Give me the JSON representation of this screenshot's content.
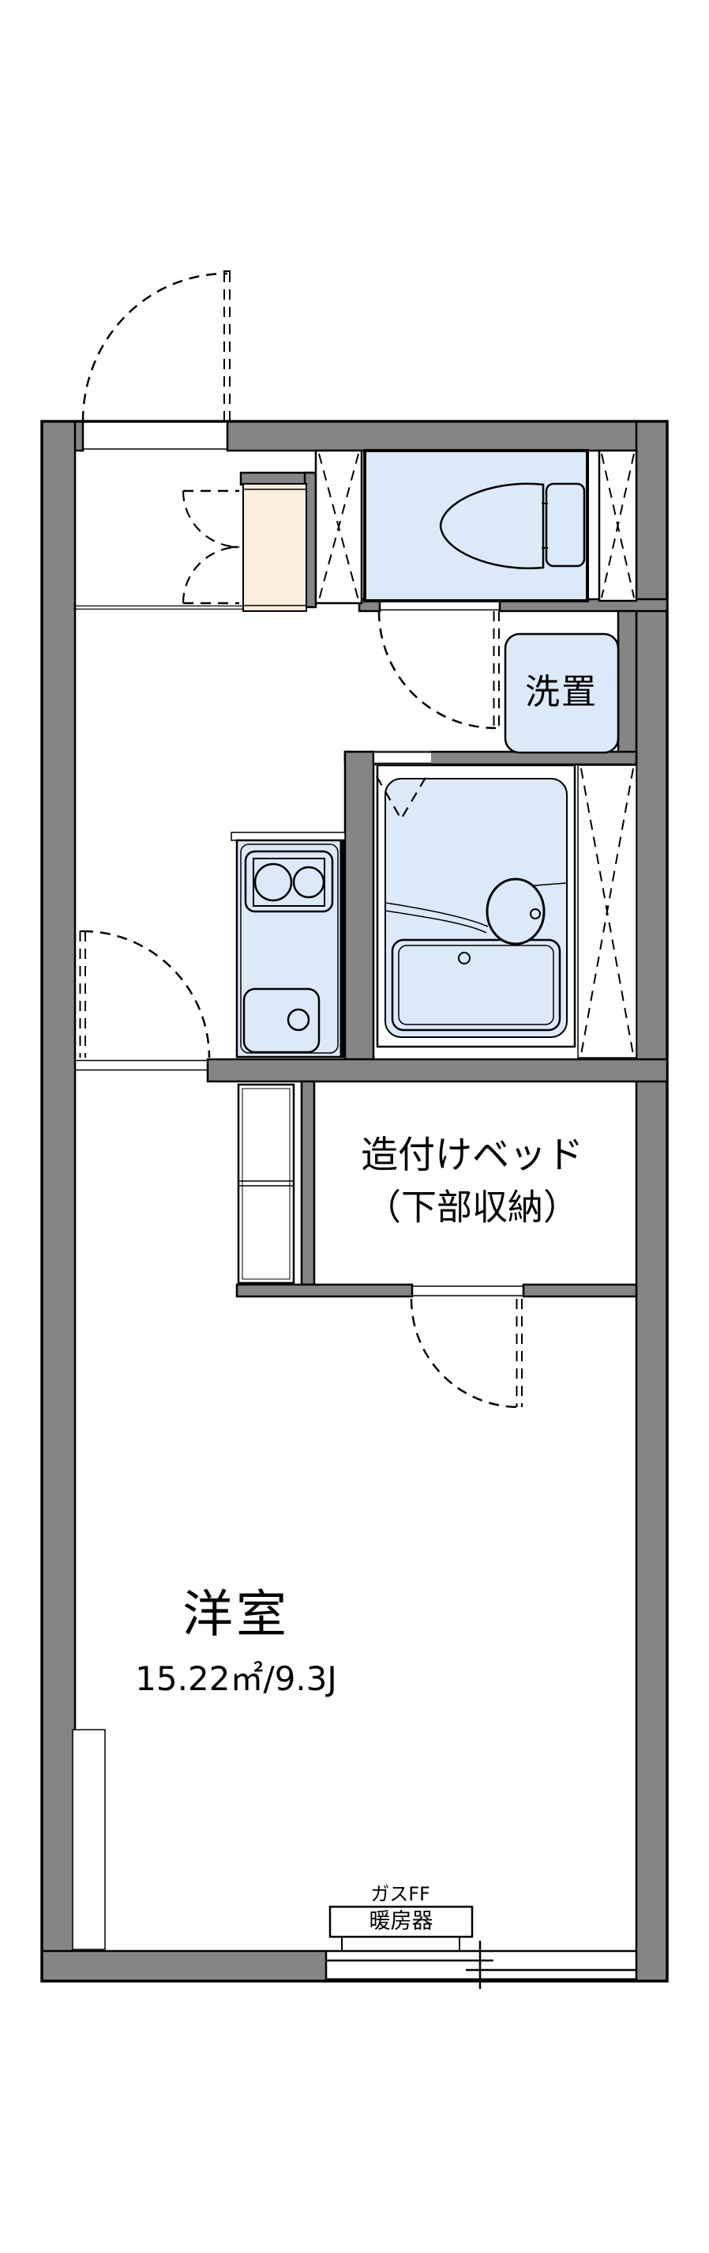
{
  "colors": {
    "wall": "#858585",
    "line": "#000000",
    "fixture": "#dce9f8",
    "cream": "#faeedd",
    "bg": "#ffffff"
  },
  "labels": {
    "washer": "洗置",
    "bed_line1": "造付けベッド",
    "bed_line2": "（下部収納）",
    "room_name": "洋室",
    "room_area": "15.22㎡/9.3J",
    "heater_type": "ガスFF",
    "heater_name": "暖房器"
  }
}
